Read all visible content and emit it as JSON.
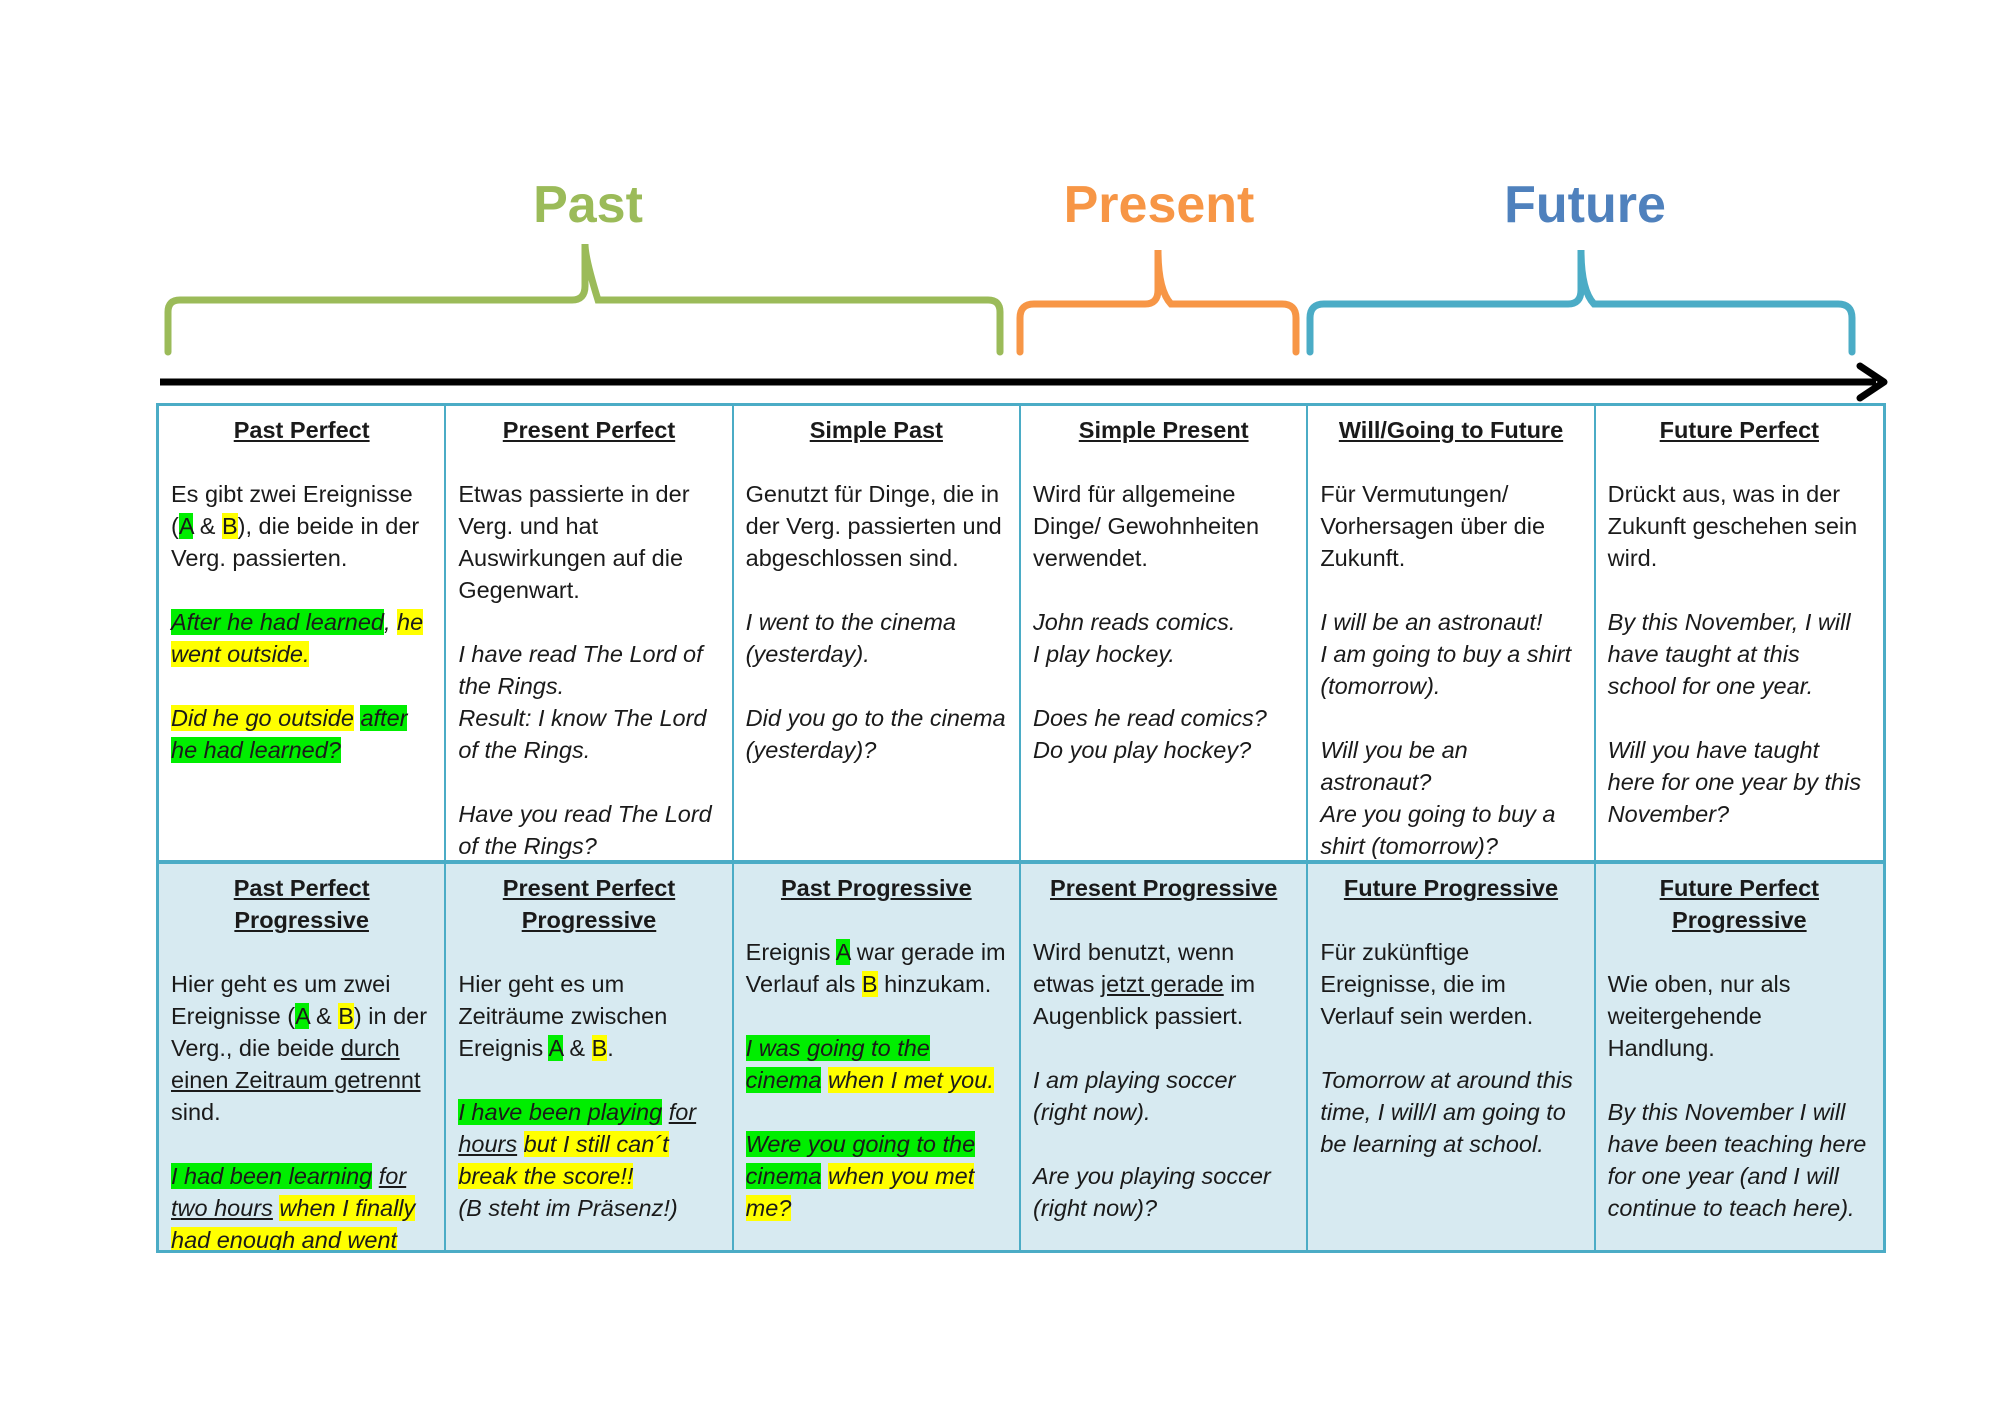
{
  "eras": [
    {
      "label": "Past",
      "color": "#9bbb59"
    },
    {
      "label": "Present",
      "color": "#f79646"
    },
    {
      "label": "Future",
      "color": "#4f81bd"
    }
  ],
  "bracket_colors": {
    "past": "#9bbb59",
    "present": "#f79646",
    "future": "#4bacc6"
  },
  "timeline_color": "#000000",
  "grid_colors": {
    "border": "#4bacc6",
    "progressive_bg": "#d7eaf1",
    "highlight_green": "#00ee00",
    "highlight_yellow": "#ffff00"
  },
  "cells": [
    {
      "title": "Past Perfect",
      "desc": [
        [
          {
            "t": "Es gibt zwei Ereignisse ("
          },
          {
            "t": "A",
            "hl": "g"
          },
          {
            "t": " & "
          },
          {
            "t": "B",
            "hl": "y"
          },
          {
            "t": "), die beide in der Verg. passierten."
          }
        ]
      ],
      "examples": [
        [
          [
            {
              "t": "After he had learned",
              "hl": "g"
            },
            {
              "t": ", "
            },
            {
              "t": "he went outside.",
              "hl": "y"
            }
          ]
        ],
        [
          [
            {
              "t": "Did he go outside",
              "hl": "y"
            },
            {
              "t": " "
            },
            {
              "t": "after he had learned?",
              "hl": "g"
            }
          ]
        ]
      ]
    },
    {
      "title": "Present Perfect",
      "desc": [
        [
          {
            "t": "Etwas passierte in der Verg. und hat Auswirkungen auf die Gegenwart."
          }
        ]
      ],
      "examples": [
        [
          [
            {
              "t": "I have read The Lord of the Rings."
            }
          ],
          [
            {
              "t": "Result:  I know The Lord of the Rings."
            }
          ]
        ],
        [
          [
            {
              "t": "Have you read The Lord of the Rings?"
            }
          ]
        ]
      ]
    },
    {
      "title": "Simple Past",
      "desc": [
        [
          {
            "t": "Genutzt für Dinge, die in der Verg. passierten und abgeschlossen sind."
          }
        ]
      ],
      "examples": [
        [
          [
            {
              "t": "I went to the cinema (yesterday)."
            }
          ]
        ],
        [
          [
            {
              "t": "Did you go to the cinema (yesterday)?"
            }
          ]
        ]
      ]
    },
    {
      "title": "Simple Present",
      "desc": [
        [
          {
            "t": "Wird für allgemeine Dinge/ Gewohnheiten verwendet."
          }
        ]
      ],
      "examples": [
        [
          [
            {
              "t": "John reads comics."
            }
          ],
          [
            {
              "t": "I play hockey."
            }
          ]
        ],
        [
          [
            {
              "t": "Does he read comics?"
            }
          ],
          [
            {
              "t": "Do you play hockey?"
            }
          ]
        ]
      ]
    },
    {
      "title": "Will/Going to Future",
      "desc": [
        [
          {
            "t": "Für Vermutungen/ Vorhersagen über die Zukunft."
          }
        ]
      ],
      "examples": [
        [
          [
            {
              "t": "I will be an astronaut!"
            }
          ],
          [
            {
              "t": "I am going to buy a shirt (tomorrow)."
            }
          ]
        ],
        [
          [
            {
              "t": "Will you be an astronaut?"
            }
          ],
          [
            {
              "t": "Are you going to buy a shirt (tomorrow)?"
            }
          ]
        ]
      ]
    },
    {
      "title": "Future Perfect",
      "desc": [
        [
          {
            "t": "Drückt aus, was in der Zukunft geschehen sein wird."
          }
        ]
      ],
      "examples": [
        [
          [
            {
              "t": "By this November, I will have taught at this school for one year."
            }
          ]
        ],
        [
          [
            {
              "t": "Will you have taught here for one year by this November?"
            }
          ]
        ]
      ]
    },
    {
      "title": "Past Perfect Progressive",
      "desc": [
        [
          {
            "t": "Hier geht es um zwei Ereignisse ("
          },
          {
            "t": "A",
            "hl": "g"
          },
          {
            "t": " & "
          },
          {
            "t": "B",
            "hl": "y"
          },
          {
            "t": ") in der Verg., die beide "
          },
          {
            "t": "durch einen Zeitraum getrennt",
            "u": true
          },
          {
            "t": " sind."
          }
        ]
      ],
      "examples": [
        [
          [
            {
              "t": "I had been learning",
              "hl": "g"
            },
            {
              "t": " "
            },
            {
              "t": "for two hours",
              "u": true
            },
            {
              "t": " "
            },
            {
              "t": "when I finally had enough and went outside.",
              "hl": "y"
            }
          ]
        ]
      ]
    },
    {
      "title": "Present Perfect Progressive",
      "desc": [
        [
          {
            "t": "Hier geht es um Zeiträume zwischen Ereignis "
          },
          {
            "t": "A",
            "hl": "g"
          },
          {
            "t": " & "
          },
          {
            "t": "B",
            "hl": "y"
          },
          {
            "t": "."
          }
        ]
      ],
      "examples": [
        [
          [
            {
              "t": "I have been playing",
              "hl": "g"
            },
            {
              "t": " "
            },
            {
              "t": "for hours",
              "u": true
            },
            {
              "t": " "
            },
            {
              "t": "but I still can´t break the score!!",
              "hl": "y"
            }
          ],
          [
            {
              "t": "(B steht im Präsenz!)"
            }
          ]
        ]
      ]
    },
    {
      "title": "Past Progressive",
      "desc": [
        [
          {
            "t": "Ereignis "
          },
          {
            "t": "A",
            "hl": "g"
          },
          {
            "t": " war gerade im Verlauf als "
          },
          {
            "t": "B",
            "hl": "y"
          },
          {
            "t": " hinzukam."
          }
        ]
      ],
      "examples": [
        [
          [
            {
              "t": "I was going to the cinema",
              "hl": "g"
            },
            {
              "t": " "
            },
            {
              "t": "when I met you.",
              "hl": "y"
            }
          ]
        ],
        [
          [
            {
              "t": "Were you going to the cinema",
              "hl": "g"
            },
            {
              "t": " "
            },
            {
              "t": "when you met me?",
              "hl": "y"
            }
          ]
        ]
      ]
    },
    {
      "title": "Present Progressive",
      "desc": [
        [
          {
            "t": "Wird benutzt, wenn etwas "
          },
          {
            "t": "jetzt gerade",
            "u": true
          },
          {
            "t": " im Augenblick passiert."
          }
        ]
      ],
      "examples": [
        [
          [
            {
              "t": "I am playing soccer (right now)."
            }
          ]
        ],
        [
          [
            {
              "t": "Are you playing soccer (right now)?"
            }
          ]
        ]
      ]
    },
    {
      "title": "Future Progressive",
      "desc": [
        [
          {
            "t": "Für zukünftige Ereignisse, die im Verlauf sein werden."
          }
        ]
      ],
      "examples": [
        [
          [
            {
              "t": "Tomorrow at around this time, I will/I am going to be learning at school."
            }
          ]
        ]
      ]
    },
    {
      "title": "Future Perfect Progressive",
      "desc": [
        [
          {
            "t": "Wie oben, nur als weitergehende Handlung."
          }
        ]
      ],
      "examples": [
        [
          [
            {
              "t": "By this November I will have been teaching here for one year (and I will continue to teach here)."
            }
          ]
        ]
      ]
    }
  ]
}
